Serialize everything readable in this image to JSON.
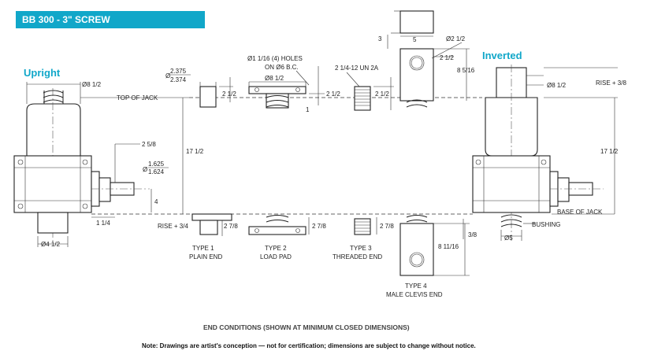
{
  "title": "BB 300 - 3\" SCREW",
  "views": {
    "upright": "Upright",
    "inverted": "Inverted"
  },
  "dims": {
    "d8_half": "Ø8 1/2",
    "top_of_jack": "TOP OF JACK",
    "d2375": "Ø",
    "d2375_top": "2.375",
    "d2375_bot": "2.374",
    "two_half": "2 1/2",
    "holes_line1": "Ø1 1/16 (4) HOLES",
    "holes_line2": "ON Ø6 B.C.",
    "thread_spec": "2 1/4-12 UN 2A",
    "d2_half": "Ø2 1/2",
    "three": "3",
    "five": "5",
    "eight_5_16": "8 5/16",
    "rise_3_8": "RISE + 3/8",
    "two_5_8": "2 5/8",
    "seventeen_half": "17 1/2",
    "d1625": "Ø",
    "d1625_top": "1.625",
    "d1625_bot": "1.624",
    "four": "4",
    "one_quarter": "1 1/4",
    "rise_3_4": "RISE + 3/4",
    "two_7_8": "2 7/8",
    "three_8": "3/8",
    "base_of_jack": "BASE OF JACK",
    "bushing": "BUSHING",
    "d5": "Ø5",
    "d4_half": "Ø4 1/2",
    "eight_11_16": "8 11/16",
    "one": "1"
  },
  "end_types": [
    {
      "line1": "TYPE 1",
      "line2": "PLAIN END"
    },
    {
      "line1": "TYPE 2",
      "line2": "LOAD PAD"
    },
    {
      "line1": "TYPE 3",
      "line2": "THREADED END"
    },
    {
      "line1": "TYPE 4",
      "line2": "MALE CLEVIS END"
    }
  ],
  "caption": "END CONDITIONS (SHOWN AT MINIMUM CLOSED DIMENSIONS)",
  "note": "Note: Drawings are artist's conception — not for certification; dimensions are subject to change without notice.",
  "colors": {
    "accent": "#11a7c9",
    "line": "#222222"
  }
}
